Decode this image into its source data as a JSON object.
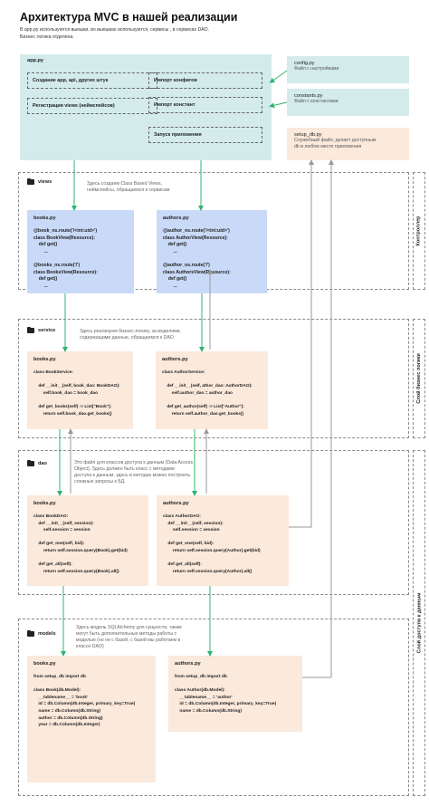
{
  "header": {
    "title": "Архитектура MVC в нашей реализации",
    "subtitle": "В app.py используются вьюшки, во вьюшках используются, сервисы , в сервисах DAO.\nБизнес логика отделена."
  },
  "app": {
    "label": "app.py",
    "items": [
      "Создание app, api,  других штук",
      "Регистрация views (неймспейсов)",
      "Импорт конфигов",
      "Импорт констант",
      "Запуск приложения"
    ]
  },
  "side_files": [
    {
      "label": "config.py",
      "desc": "Файл с настройками"
    },
    {
      "label": "constants.py",
      "desc": "Файл с константами"
    },
    {
      "label": "setup_db.py",
      "desc": "Служебный файл, делает доступным\ndb в любом месте приложения"
    }
  ],
  "sections": {
    "views": {
      "label": "views",
      "desc": "Здесь создаем Class Based Views,\nнеймспейсы, обращаемся к сервисам"
    },
    "service": {
      "label": "service",
      "desc": "Здесь реализуем бизнес-логику, за моделями,\nсодержащими данные, обращаемся к DAO"
    },
    "dao": {
      "label": "dao",
      "desc": "Это файл для классов доступа к данным (Data Access\nObject). Здесь должен быть класс с методами\nдоступа к данным, здесь в методах можно построить\nсложные запросы к БД."
    },
    "models": {
      "label": "models",
      "desc": "Здесь модель SQLAlchemy для сущности, также\nмогут быть дополнительные методы работы с\nмоделью (но не с базой, с базой мы работаем в\nклассе DAO)"
    }
  },
  "cards": {
    "views_books": {
      "title": "books.py",
      "code": "@book_ns.route('/<int:uid>')\nclass BookView(Resource):\n    def get()\n        ...\n\n@books_ns.route('/')\nclass BooksView(Resource):\n    def get()\n        ..."
    },
    "views_authors": {
      "title": "authors.py",
      "code": "@author_ns.route('/<int:uid>')\nclass AuthorView(Resource):\n    def get()\n        ...\n\n@author_ns.route('/')\nclass AuthorsView(Resource):\n    def get()\n        ..."
    },
    "service_books": {
      "title": "books.py",
      "code": "class BookService:\n\n    def __init__(self, book_dao: BookDAO):\n        self.book_dao = book_dao\n\n    def get_books(self) -> List[\"Book\"]:\n        return self.book_dao.get_books()"
    },
    "service_authors": {
      "title": "authors.py",
      "code": "class AuthorService:\n\n    def __init__(self, athor_dao: AuthorDAO):\n        self.author_dao = author_dao\n\n    def get_author(self) -> List[\"Author\"]:\n        return self.author_dao.get_books()"
    },
    "dao_books": {
      "title": "books.py",
      "code": "class BookDAO:\n    def __init__(self, session):\n        self.session = session\n\n    def get_one(self, bid):\n        return self.session.query(Book).get(bid)\n\n    def get_all(self):\n        return self.session.query(Book).all()"
    },
    "dao_authors": {
      "title": "authors.py",
      "code": "class AuthorDAO:\n    def __init__(self, session):\n        self.session = session\n\n    def get_one(self, bid):\n        return self.session.query(Author).get(bid)\n\n    def get_all(self):\n        return self.session.query(Author).all()"
    },
    "models_books": {
      "title": "books.py",
      "code": "from setup_db import db\n\nclass Book(db.Model):\n    __tablename__ = 'book'\n    id = db.Column(db.Integer, primary_key=True)\n    name = db.Column(db.String)\n    author = db.Column(db.String)\n    year = db.Column(db.Integer)"
    },
    "models_authors": {
      "title": "authors.py",
      "code": "from setup_db import db\n\nclass Author(db.Model):\n    __tablename__ = 'author'\n    id = db.Column(db.Integer, primary_key=True)\n    name = db.Column(db.String)"
    }
  },
  "layers": {
    "controller": "Контроллер",
    "logic": "Слой бизнес логики",
    "data": "Слой доступа к данным"
  },
  "colors": {
    "teal": "#d3eceb",
    "peach": "#fbe9dc",
    "blue": "#c9daf8",
    "arrow_green": "#2fb56f",
    "arrow_gray": "#9a9a9a"
  }
}
